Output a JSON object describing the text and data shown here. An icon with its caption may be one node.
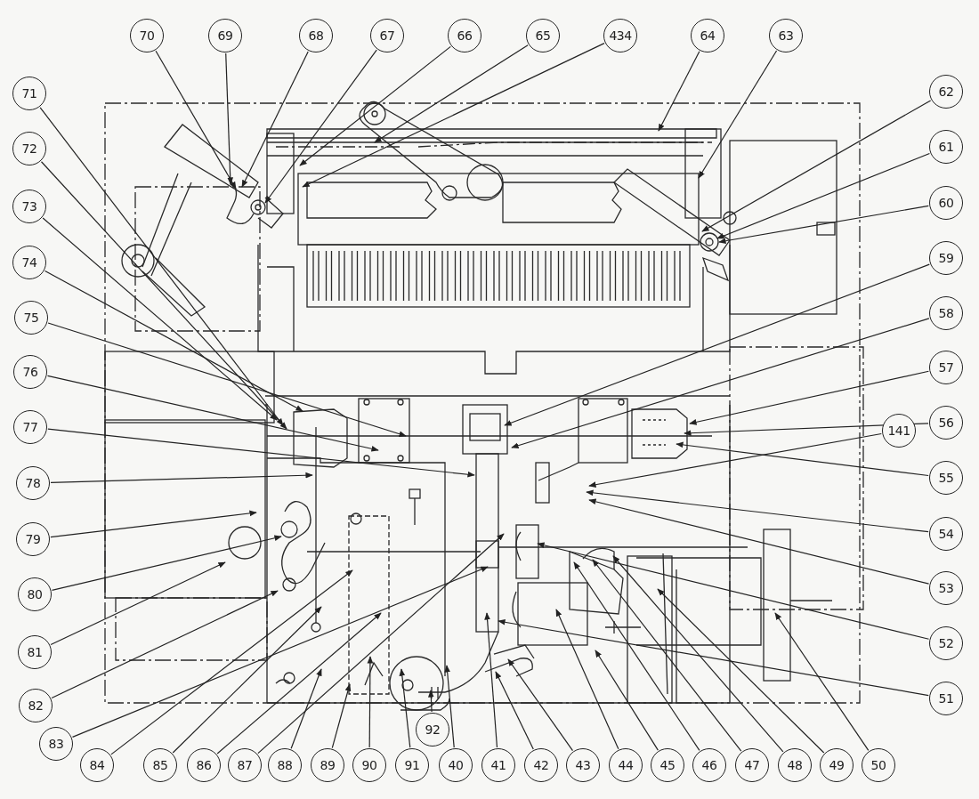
{
  "diagram": {
    "nodes": [
      {
        "text": [
          "70"
        ]
      },
      {
        "text": [
          "69"
        ]
      },
      {
        "text": [
          "68"
        ]
      },
      {
        "text": [
          "67"
        ]
      },
      {
        "text": [
          "66"
        ]
      },
      {
        "text": [
          "65"
        ]
      },
      {
        "text": [
          "434"
        ]
      },
      {
        "text": [
          "64"
        ]
      },
      {
        "text": [
          "63"
        ]
      },
      {
        "text": [
          "71"
        ]
      },
      {
        "text": [
          "62"
        ]
      },
      {
        "text": [
          "72"
        ]
      },
      {
        "text": [
          "61"
        ]
      },
      {
        "text": [
          "73"
        ]
      },
      {
        "text": [
          "60"
        ]
      },
      {
        "text": [
          "74"
        ]
      },
      {
        "text": [
          "59"
        ]
      },
      {
        "text": [
          "75"
        ]
      },
      {
        "text": [
          "58"
        ]
      },
      {
        "text": [
          "76"
        ]
      },
      {
        "text": [
          "57"
        ]
      },
      {
        "text": [
          "56"
        ]
      },
      {
        "text": [
          "77"
        ]
      },
      {
        "text": [
          "141"
        ]
      },
      {
        "text": [
          "55"
        ]
      },
      {
        "text": [
          "78"
        ]
      },
      {
        "text": [
          "54"
        ]
      },
      {
        "text": [
          "79"
        ]
      },
      {
        "text": [
          "53"
        ]
      },
      {
        "text": [
          "80"
        ]
      },
      {
        "text": [
          "52"
        ]
      },
      {
        "text": [
          "81"
        ]
      },
      {
        "text": [
          "51"
        ]
      },
      {
        "text": [
          "82"
        ]
      },
      {
        "text": [
          "83"
        ]
      },
      {
        "text": [
          "92"
        ]
      },
      {
        "text": [
          "84"
        ]
      },
      {
        "text": [
          "85"
        ]
      },
      {
        "text": [
          "86"
        ]
      },
      {
        "text": [
          "87"
        ]
      },
      {
        "text": [
          "88"
        ]
      },
      {
        "text": [
          "89"
        ]
      },
      {
        "text": [
          "90"
        ]
      },
      {
        "text": [
          "91"
        ]
      },
      {
        "text": [
          "40"
        ]
      },
      {
        "text": [
          "41"
        ]
      },
      {
        "text": [
          "42"
        ]
      },
      {
        "text": [
          "43"
        ]
      },
      {
        "text": [
          "44"
        ]
      },
      {
        "text": [
          "45"
        ]
      },
      {
        "text": [
          "46"
        ]
      },
      {
        "text": [
          "47"
        ]
      },
      {
        "text": [
          "48"
        ]
      },
      {
        "text": [
          "49"
        ]
      },
      {
        "text": [
          "50"
        ]
      }
    ],
    "edges": [
      {
        "from": 0,
        "to": null,
        "arrow": "to"
      },
      {
        "from": 1,
        "to": null,
        "arrow": "to"
      },
      {
        "from": 2,
        "to": null,
        "arrow": "to"
      },
      {
        "from": 3,
        "to": null,
        "arrow": "to"
      },
      {
        "from": 4,
        "to": null,
        "arrow": "to"
      },
      {
        "from": 5,
        "to": null,
        "arrow": "to"
      },
      {
        "from": 6,
        "to": null,
        "arrow": "to"
      },
      {
        "from": 7,
        "to": null,
        "arrow": "to"
      },
      {
        "from": 8,
        "to": null,
        "arrow": "to"
      },
      {
        "from": 9,
        "to": null,
        "arrow": "to"
      },
      {
        "from": 10,
        "to": null,
        "arrow": "to"
      },
      {
        "from": 11,
        "to": null,
        "arrow": "to"
      },
      {
        "from": 12,
        "to": null,
        "arrow": "to"
      },
      {
        "from": 13,
        "to": null,
        "arrow": "to"
      },
      {
        "from": 14,
        "to": null,
        "arrow": "to"
      },
      {
        "from": 15,
        "to": null,
        "arrow": "to"
      },
      {
        "from": 16,
        "to": null,
        "arrow": "to"
      },
      {
        "from": 17,
        "to": null,
        "arrow": "to"
      },
      {
        "from": 18,
        "to": null,
        "arrow": "to"
      },
      {
        "from": 19,
        "to": null,
        "arrow": "to"
      },
      {
        "from": 20,
        "to": null,
        "arrow": "to"
      },
      {
        "from": 21,
        "to": null,
        "arrow": "to"
      },
      {
        "from": 22,
        "to": null,
        "arrow": "to"
      },
      {
        "from": 23,
        "to": null,
        "arrow": "to"
      },
      {
        "from": 24,
        "to": null,
        "arrow": "to"
      },
      {
        "from": 25,
        "to": null,
        "arrow": "to"
      },
      {
        "from": 26,
        "to": null,
        "arrow": "to"
      },
      {
        "from": 27,
        "to": null,
        "arrow": "to"
      },
      {
        "from": 28,
        "to": null,
        "arrow": "to"
      },
      {
        "from": 29,
        "to": null,
        "arrow": "to"
      },
      {
        "from": 30,
        "to": null,
        "arrow": "to"
      },
      {
        "from": 31,
        "to": null,
        "arrow": "to"
      },
      {
        "from": 32,
        "to": null,
        "arrow": "to"
      },
      {
        "from": 33,
        "to": null,
        "arrow": "to"
      },
      {
        "from": 34,
        "to": null,
        "arrow": "to"
      },
      {
        "from": 35,
        "to": null,
        "arrow": "to"
      },
      {
        "from": 36,
        "to": null,
        "arrow": "to"
      },
      {
        "from": 37,
        "to": null,
        "arrow": "to"
      },
      {
        "from": 38,
        "to": null,
        "arrow": "to"
      },
      {
        "from": 39,
        "to": null,
        "arrow": "to"
      },
      {
        "from": 40,
        "to": null,
        "arrow": "to"
      },
      {
        "from": 41,
        "to": null,
        "arrow": "to"
      },
      {
        "from": 42,
        "to": null,
        "arrow": "to"
      },
      {
        "from": 43,
        "to": null,
        "arrow": "to"
      },
      {
        "from": 44,
        "to": null,
        "arrow": "to"
      },
      {
        "from": 45,
        "to": null,
        "arrow": "to"
      },
      {
        "from": 46,
        "to": null,
        "arrow": "to"
      },
      {
        "from": 47,
        "to": null,
        "arrow": "to"
      },
      {
        "from": 48,
        "to": null,
        "arrow": "to"
      },
      {
        "from": 49,
        "to": null,
        "arrow": "to"
      },
      {
        "from": 50,
        "to": null,
        "arrow": "to"
      },
      {
        "from": 51,
        "to": null,
        "arrow": "to"
      },
      {
        "from": 52,
        "to": null,
        "arrow": "to"
      },
      {
        "from": 53,
        "to": null,
        "arrow": "to"
      },
      {
        "from": 54,
        "to": null,
        "arrow": "to"
      }
    ]
  }
}
